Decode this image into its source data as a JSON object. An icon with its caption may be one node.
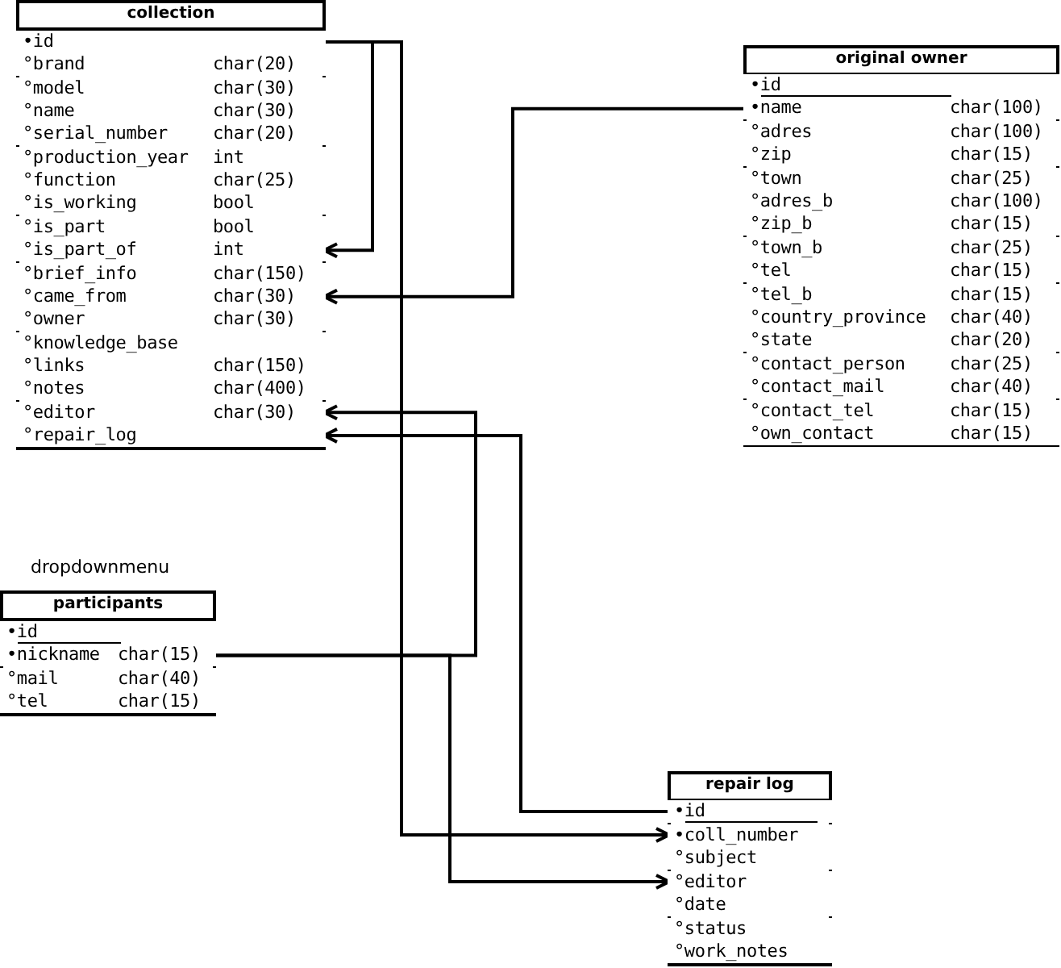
{
  "diagram": {
    "nodes": [
      {
        "text": [
          "collection"
        ]
      },
      {
        "text": [
          "•id"
        ],
        "in": 0
      },
      {
        "text": [
          "°brand",
          "char(20)"
        ],
        "in": 0
      },
      {
        "text": [
          "°model",
          "char(30)"
        ],
        "in": 0
      },
      {
        "text": [
          "°name",
          "char(30)"
        ],
        "in": 0
      },
      {
        "text": [
          "°serial_number",
          "char(20)"
        ],
        "in": 0
      },
      {
        "text": [
          "°production_year",
          "int"
        ],
        "in": 0
      },
      {
        "text": [
          "°function",
          "char(25)"
        ],
        "in": 0
      },
      {
        "text": [
          "°is_working",
          "bool"
        ],
        "in": 0
      },
      {
        "text": [
          "°is_part",
          "bool"
        ],
        "in": 0
      },
      {
        "text": [
          "°is_part_of",
          "int"
        ],
        "in": 0
      },
      {
        "text": [
          "°brief_info",
          "char(150)"
        ],
        "in": 0
      },
      {
        "text": [
          "°came_from",
          "char(30)"
        ],
        "in": 0
      },
      {
        "text": [
          "°owner",
          "char(30)"
        ],
        "in": 0
      },
      {
        "text": [
          "°knowledge_base"
        ],
        "in": 0
      },
      {
        "text": [
          "°links",
          "char(150)"
        ],
        "in": 0
      },
      {
        "text": [
          "°notes",
          "char(400)"
        ],
        "in": 0
      },
      {
        "text": [
          "°editor",
          "char(30)"
        ],
        "in": 0
      },
      {
        "text": [
          "°repair_log"
        ],
        "in": 0
      },
      {
        "text": [
          "original owner"
        ]
      },
      {
        "text": [
          "•id"
        ],
        "in": 19
      },
      {
        "text": [
          "•name",
          "char(100)"
        ],
        "in": 19
      },
      {
        "text": [
          "°adres",
          "char(100)"
        ],
        "in": 19
      },
      {
        "text": [
          "°zip",
          "char(15)"
        ],
        "in": 19
      },
      {
        "text": [
          "°town",
          "char(25)"
        ],
        "in": 19
      },
      {
        "text": [
          "°adres_b",
          "char(100)"
        ],
        "in": 19
      },
      {
        "text": [
          "°zip_b",
          "char(15)"
        ],
        "in": 19
      },
      {
        "text": [
          "°town_b",
          "char(25)"
        ],
        "in": 19
      },
      {
        "text": [
          "°tel",
          "char(15)"
        ],
        "in": 19
      },
      {
        "text": [
          "°tel_b",
          "char(15)"
        ],
        "in": 19
      },
      {
        "text": [
          "°country_province",
          "char(40)"
        ],
        "in": 19
      },
      {
        "text": [
          "°state",
          "char(20)"
        ],
        "in": 19
      },
      {
        "text": [
          "°contact_person",
          "char(25)"
        ],
        "in": 19
      },
      {
        "text": [
          "°contact_mail",
          "char(40)"
        ],
        "in": 19
      },
      {
        "text": [
          "°contact_tel",
          "char(15)"
        ],
        "in": 19
      },
      {
        "text": [
          "°own_contact",
          "char(15)"
        ],
        "in": 19
      },
      {
        "text": [
          "participants"
        ]
      },
      {
        "text": [
          "•id"
        ],
        "in": 36
      },
      {
        "text": [
          "•nickname",
          "char(15)"
        ],
        "in": 36
      },
      {
        "text": [
          "°mail",
          "char(40)"
        ],
        "in": 36
      },
      {
        "text": [
          "°tel",
          "char(15)"
        ],
        "in": 36
      },
      {
        "text": [
          "repair log"
        ]
      },
      {
        "text": [
          "•id"
        ],
        "in": 41
      },
      {
        "text": [
          "•coll_number"
        ],
        "in": 41
      },
      {
        "text": [
          "°subject"
        ],
        "in": 41
      },
      {
        "text": [
          "°editor"
        ],
        "in": 41
      },
      {
        "text": [
          "°date"
        ],
        "in": 41
      },
      {
        "text": [
          "°status"
        ],
        "in": 41
      },
      {
        "text": [
          "°work_notes"
        ],
        "in": 41
      }
    ],
    "edges": [
      {
        "from": 1,
        "to": 10,
        "arrow": "to"
      },
      {
        "from": 1,
        "to": 43,
        "arrow": "to"
      },
      {
        "from": 21,
        "to": 12,
        "arrow": "to"
      },
      {
        "from": 38,
        "to": 17,
        "arrow": "to"
      },
      {
        "from": 38,
        "to": 45,
        "arrow": "to"
      },
      {
        "from": 42,
        "to": 18,
        "arrow": "to"
      }
    ],
    "labels": [
      "dropdownmenu"
    ]
  }
}
